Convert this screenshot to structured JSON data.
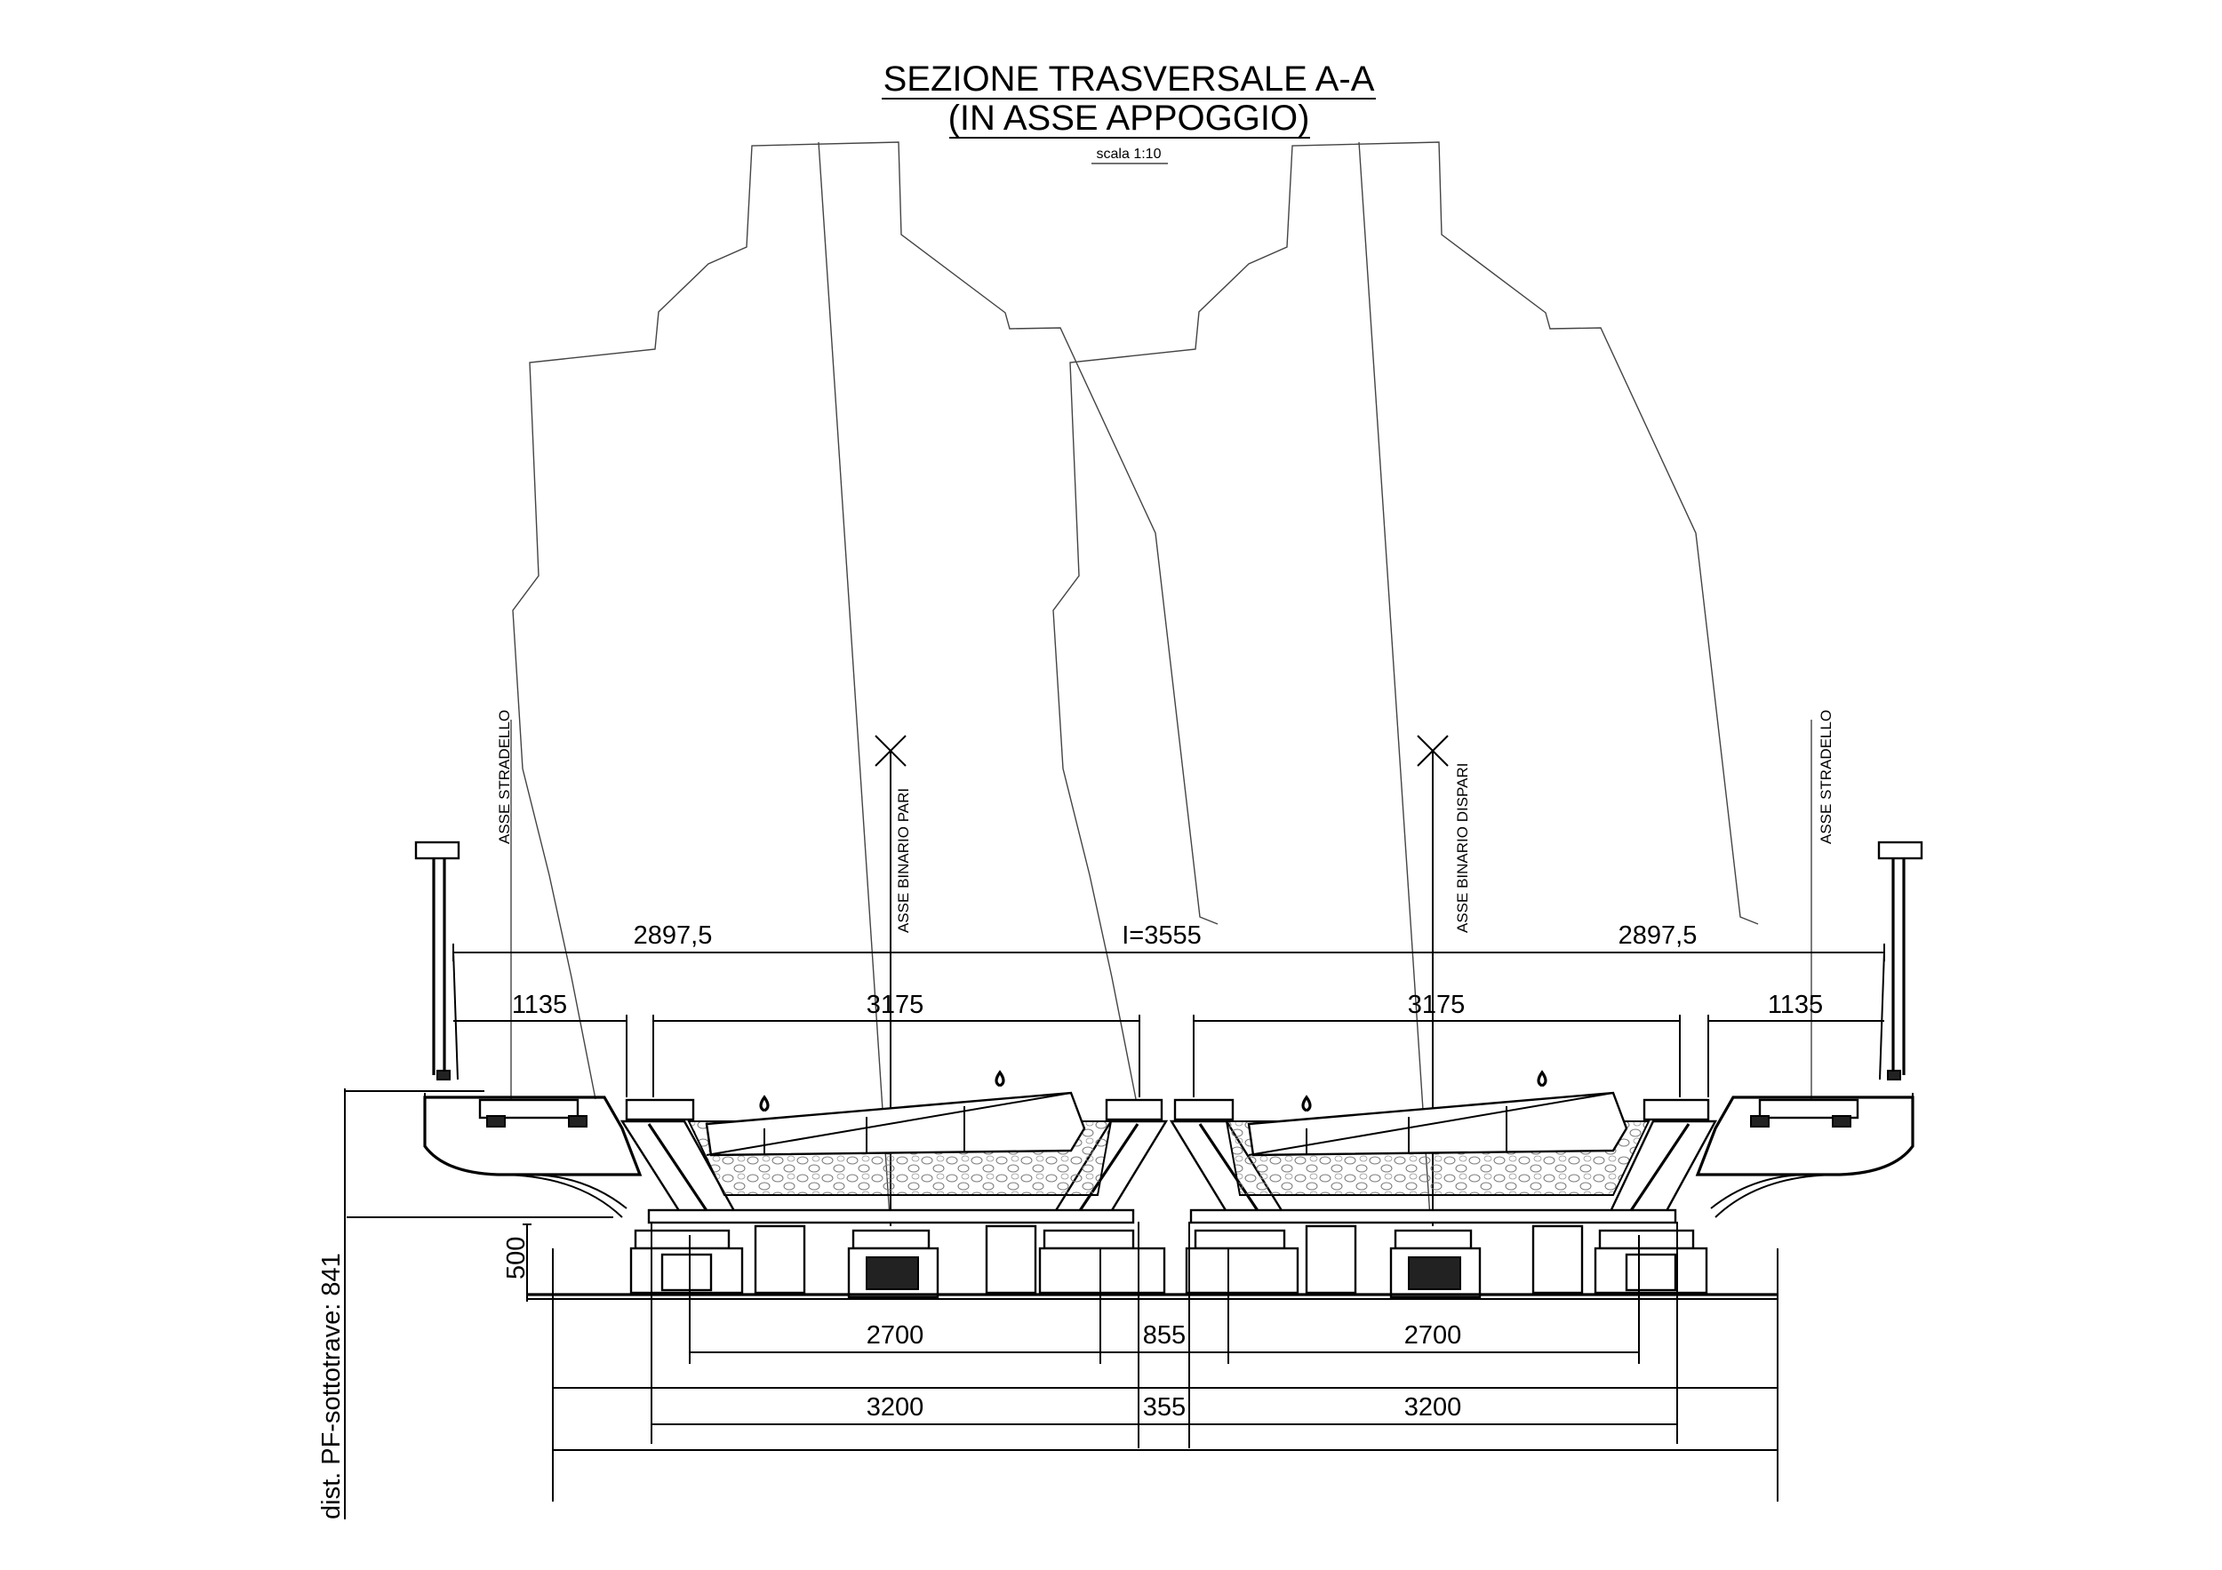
{
  "title": {
    "line1": "SEZIONE TRASVERSALE A-A",
    "line2": "(IN ASSE APPOGGIO)",
    "scale": "scala 1:10"
  },
  "labels": {
    "asse_stradello": "ASSE STRADELLO",
    "asse_binario_pari": "ASSE BINARIO PARI",
    "asse_binario_dispari": "ASSE BINARIO DISPARI",
    "dist_pf": "dist. PF-sottotrave: 841"
  },
  "dimensions": {
    "top_left": "2897,5",
    "top_center": "I=3555",
    "top_right": "2897,5",
    "sub_left_1135": "1135",
    "sub_left_3175": "3175",
    "sub_right_3175": "3175",
    "sub_right_1135": "1135",
    "height_500": "500",
    "bottom_2700_left": "2700",
    "bottom_855": "855",
    "bottom_2700_right": "2700",
    "bottom_3200_left": "3200",
    "bottom_355": "355",
    "bottom_3200_right": "3200"
  }
}
